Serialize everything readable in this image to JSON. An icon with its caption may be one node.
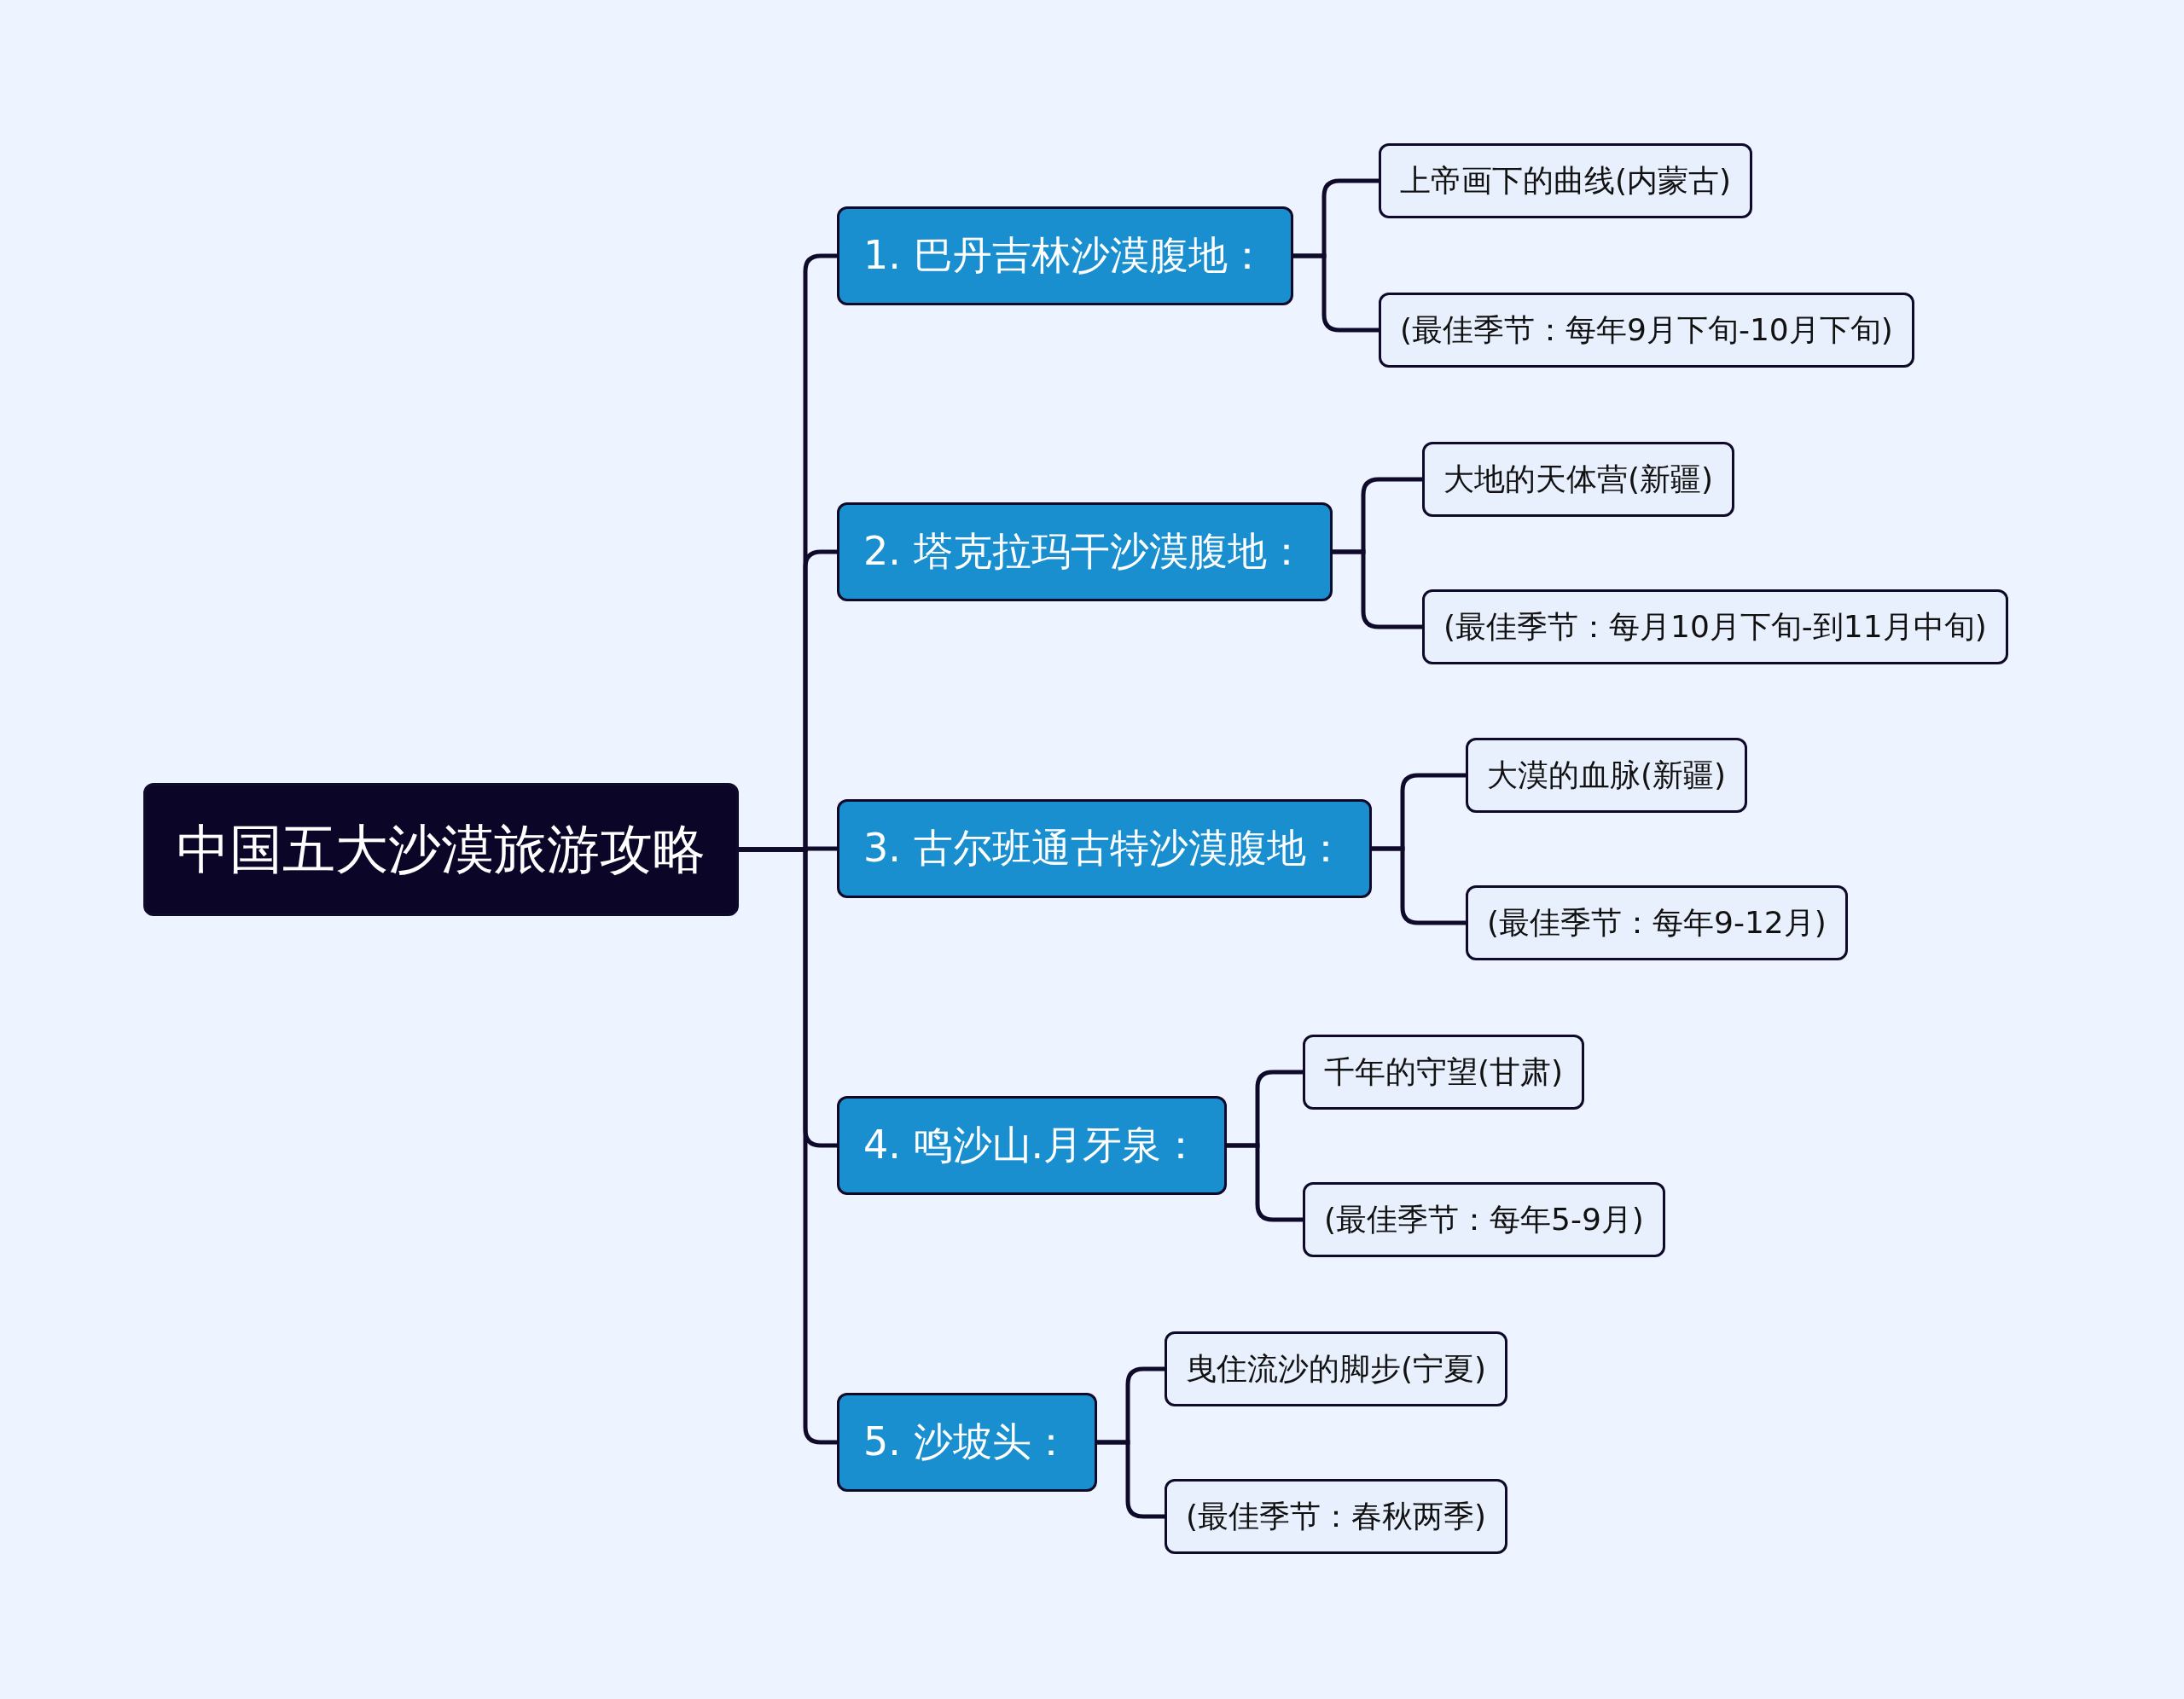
{
  "diagram": {
    "nodes": [
      {
        "text": [
          "中国五大沙漠旅游攻略"
        ]
      },
      {
        "text": [
          "1. 巴丹吉林沙漠腹地："
        ]
      },
      {
        "text": [
          "上帝画下的曲线(内蒙古)"
        ]
      },
      {
        "text": [
          "(最佳季节：每年9月下旬-10月下旬)"
        ]
      },
      {
        "text": [
          "2. 塔克拉玛干沙漠腹地："
        ]
      },
      {
        "text": [
          "大地的天体营(新疆)"
        ]
      },
      {
        "text": [
          "(最佳季节：每月10月下旬-到11月中旬)"
        ]
      },
      {
        "text": [
          "3. 古尔班通古特沙漠腹地："
        ]
      },
      {
        "text": [
          "大漠的血脉(新疆)"
        ]
      },
      {
        "text": [
          "(最佳季节：每年9-12月)"
        ]
      },
      {
        "text": [
          "4. 鸣沙山.月牙泉："
        ]
      },
      {
        "text": [
          "千年的守望(甘肃)"
        ]
      },
      {
        "text": [
          "(最佳季节：每年5-9月)"
        ]
      },
      {
        "text": [
          "5. 沙坡头："
        ]
      },
      {
        "text": [
          "曳住流沙的脚步(宁夏)"
        ]
      },
      {
        "text": [
          "(最佳季节：春秋两季)"
        ]
      }
    ],
    "edges": [
      {
        "from": 0,
        "to": 1,
        "arrow": "none"
      },
      {
        "from": 0,
        "to": 4,
        "arrow": "none"
      },
      {
        "from": 0,
        "to": 7,
        "arrow": "none"
      },
      {
        "from": 0,
        "to": 10,
        "arrow": "none"
      },
      {
        "from": 0,
        "to": 13,
        "arrow": "none"
      },
      {
        "from": 1,
        "to": 2,
        "arrow": "none"
      },
      {
        "from": 1,
        "to": 3,
        "arrow": "none"
      },
      {
        "from": 4,
        "to": 5,
        "arrow": "none"
      },
      {
        "from": 4,
        "to": 6,
        "arrow": "none"
      },
      {
        "from": 7,
        "to": 8,
        "arrow": "none"
      },
      {
        "from": 7,
        "to": 9,
        "arrow": "none"
      },
      {
        "from": 10,
        "to": 11,
        "arrow": "none"
      },
      {
        "from": 10,
        "to": 12,
        "arrow": "none"
      },
      {
        "from": 13,
        "to": 14,
        "arrow": "none"
      },
      {
        "from": 13,
        "to": 15,
        "arrow": "none"
      }
    ]
  }
}
